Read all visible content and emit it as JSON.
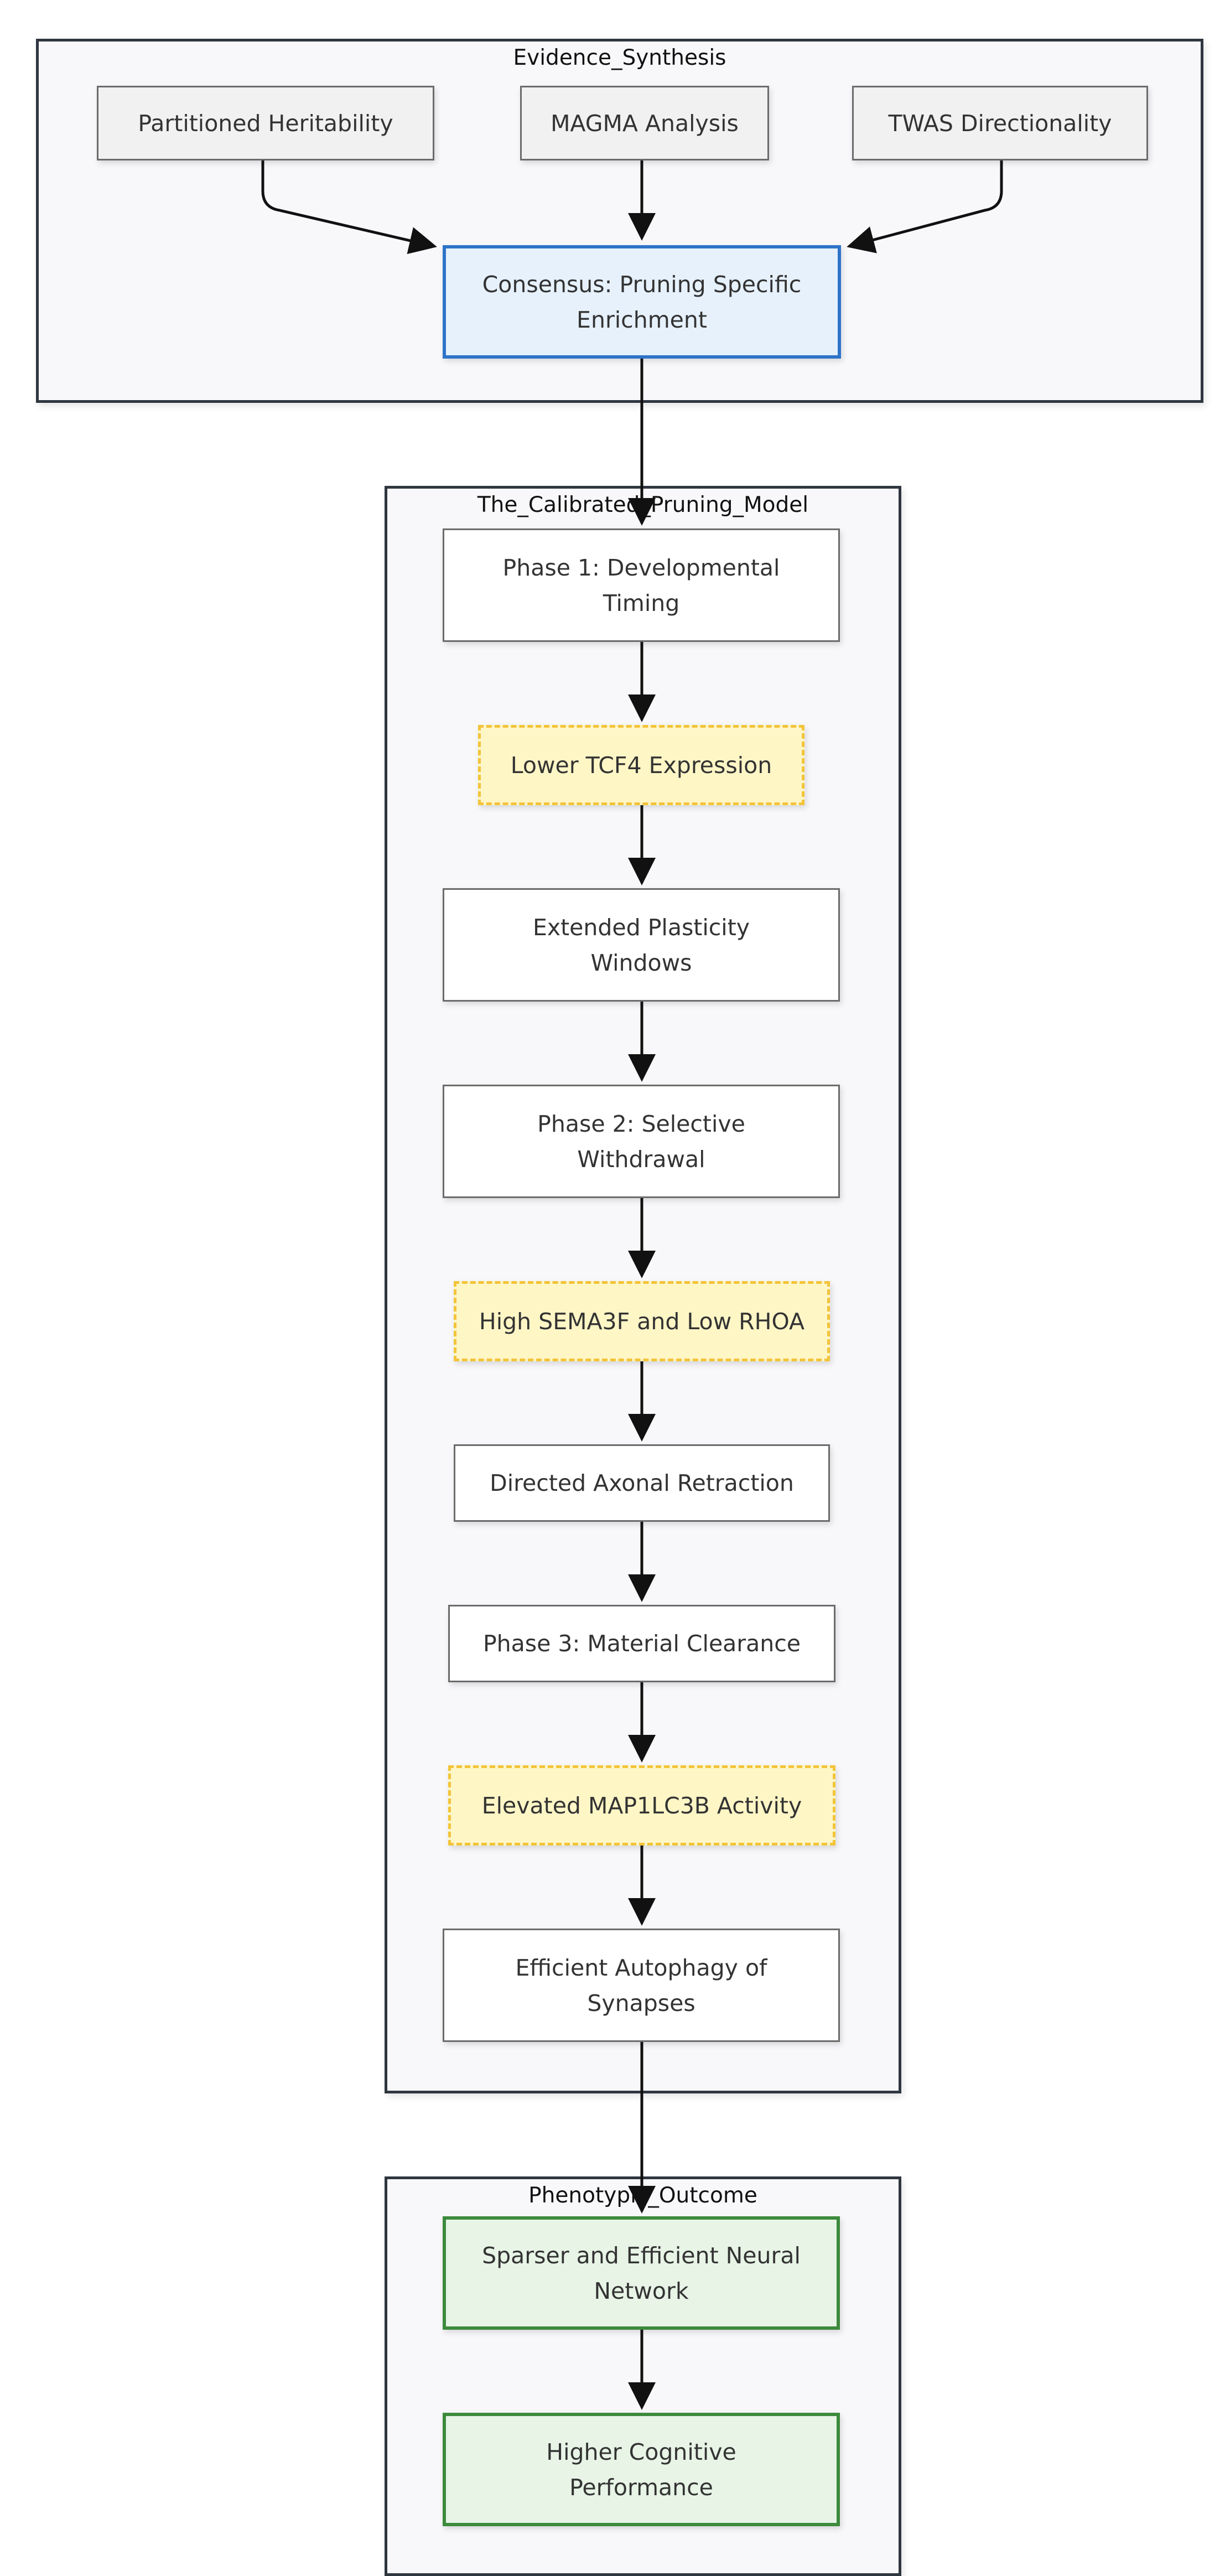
{
  "clusters": {
    "evidence": {
      "title": "Evidence_Synthesis"
    },
    "pruning": {
      "title": "The_Calibrated_Pruning_Model"
    },
    "outcome": {
      "title": "Phenotypic_Outcome"
    }
  },
  "nodes": {
    "partitioned_heritability": "Partitioned Heritability",
    "magma": "MAGMA Analysis",
    "twas": "TWAS Directionality",
    "consensus_line1": "Consensus: Pruning Specific",
    "consensus_line2": "Enrichment",
    "phase1_line1": "Phase 1: Developmental",
    "phase1_line2": "Timing",
    "tcf4": "Lower TCF4 Expression",
    "plasticity_line1": "Extended Plasticity",
    "plasticity_line2": "Windows",
    "phase2_line1": "Phase 2: Selective",
    "phase2_line2": "Withdrawal",
    "sema3f": "High SEMA3F and Low RHOA",
    "axonal": "Directed Axonal Retraction",
    "phase3": "Phase 3: Material Clearance",
    "map1lc3b": "Elevated MAP1LC3B Activity",
    "autophagy_line1": "Efficient Autophagy of",
    "autophagy_line2": "Synapses",
    "sparser_line1": "Sparser and Efficient Neural",
    "sparser_line2": "Network",
    "cognitive_line1": "Higher Cognitive",
    "cognitive_line2": "Performance"
  },
  "colors": {
    "edge": "#111111",
    "consensus_border": "#2e74c8",
    "highlight_border": "#f2c43a",
    "outcome_border": "#3c8a3c"
  }
}
